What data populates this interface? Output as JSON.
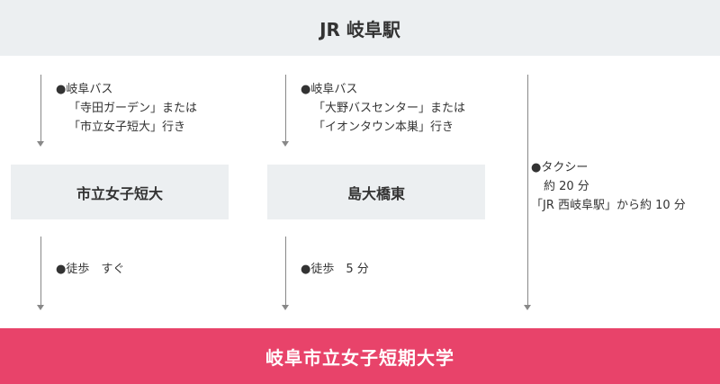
{
  "start": "JR 岐阜駅",
  "destination": "岐阜市立女子短期大学",
  "route1": {
    "bus_title": "●岐阜バス",
    "bus_line2": "「寺田ガーデン」または",
    "bus_line3": "「市立女子短大」行き",
    "stop": "市立女子短大",
    "walk": "●徒歩　すぐ"
  },
  "route2": {
    "bus_title": "●岐阜バス",
    "bus_line2": "「大野バスセンター」または",
    "bus_line3": "「イオンタウン本巣」行き",
    "stop": "島大橋東",
    "walk": "●徒歩　5 分"
  },
  "route3": {
    "taxi_title": "●タクシー",
    "taxi_line2": "約 20 分",
    "taxi_line3": "「JR 西岐阜駅」から約 10 分"
  },
  "colors": {
    "header_bg": "#eceff1",
    "destination_bg": "#e8436a",
    "arrow": "#888888"
  }
}
